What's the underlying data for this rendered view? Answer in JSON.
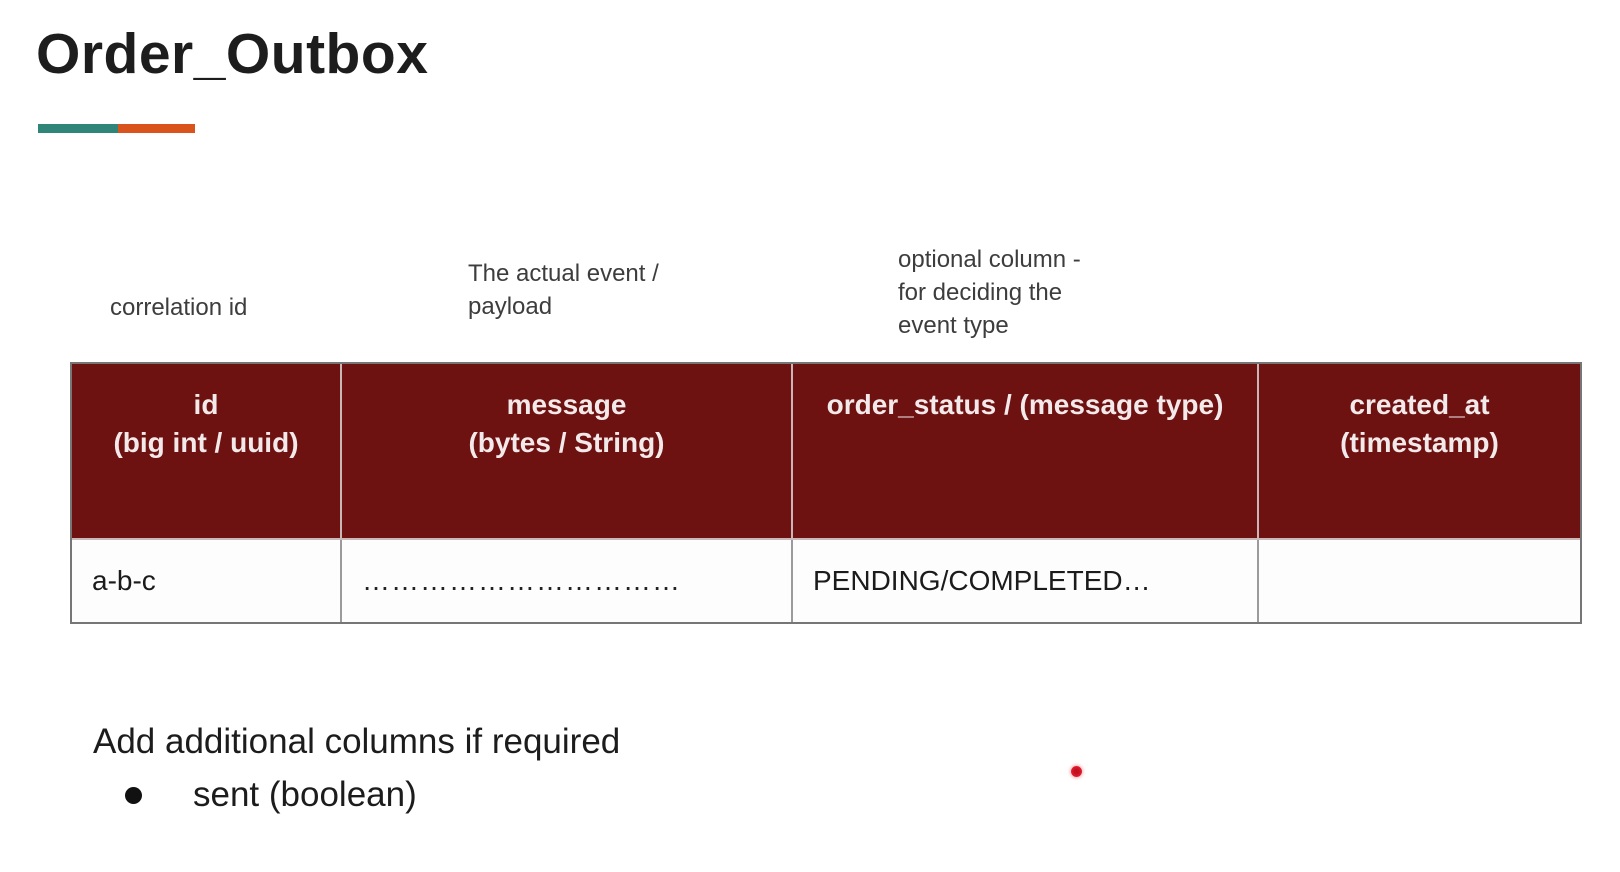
{
  "title": "Order_Outbox",
  "divider": {
    "teal_color": "#2F8577",
    "orange_color": "#D9541D"
  },
  "annotations": {
    "correlation": "correlation id",
    "payload": "The actual event /\npayload",
    "optional": "optional column -\nfor deciding the\nevent type"
  },
  "table": {
    "header_bg": "#6E1111",
    "header_text_color": "#F2EAEA",
    "columns": [
      {
        "label": "id\n(big int / uuid)"
      },
      {
        "label": "message\n(bytes / String)"
      },
      {
        "label": "order_status / (message type)"
      },
      {
        "label": "created_at\n(timestamp)"
      }
    ],
    "row": {
      "id": "a-b-c",
      "message": "……………………………",
      "order_status": "PENDING/COMPLETED…",
      "created_at": ""
    }
  },
  "notes": {
    "heading": "Add additional columns if required",
    "bullet": "sent (boolean)"
  },
  "pointer": {
    "color": "#E2192D"
  }
}
